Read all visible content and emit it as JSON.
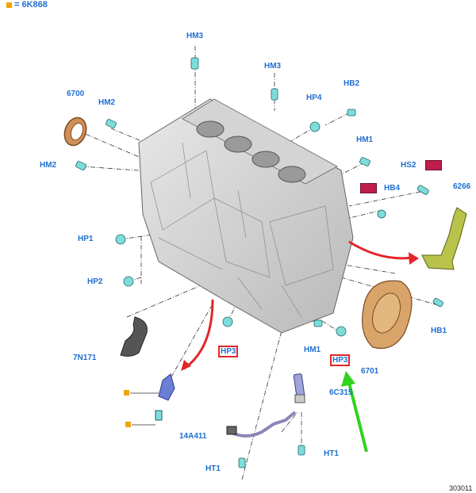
{
  "legend": {
    "marker_color": "#f4a300",
    "text": "= 6K868"
  },
  "labels": {
    "hm3_a": "HM3",
    "hm3_b": "HM3",
    "hm2_a": "HM2",
    "hm2_b": "HM2",
    "hm1_a": "HM1",
    "hm1_b": "HM1",
    "hp4": "HP4",
    "hb2": "HB2",
    "hb4": "HB4",
    "hs2": "HS2",
    "hp1": "HP1",
    "hp2": "HP2",
    "hp3_a": "HP3",
    "hp3_b": "HP3",
    "hb1": "HB1",
    "ht1_a": "HT1",
    "ht1_b": "HT1",
    "p6700": "6700",
    "p6266": "6266",
    "p6701": "6701",
    "p7n171": "7N171",
    "p6c315": "6C315",
    "p14a411": "14A411"
  },
  "reference_number": "303011",
  "colors": {
    "label": "#1f6fd1",
    "highlight_box": "#e3262a",
    "arrow_red": "#e3262a",
    "arrow_green": "#32d21e",
    "redacted": "#c01c4e"
  }
}
